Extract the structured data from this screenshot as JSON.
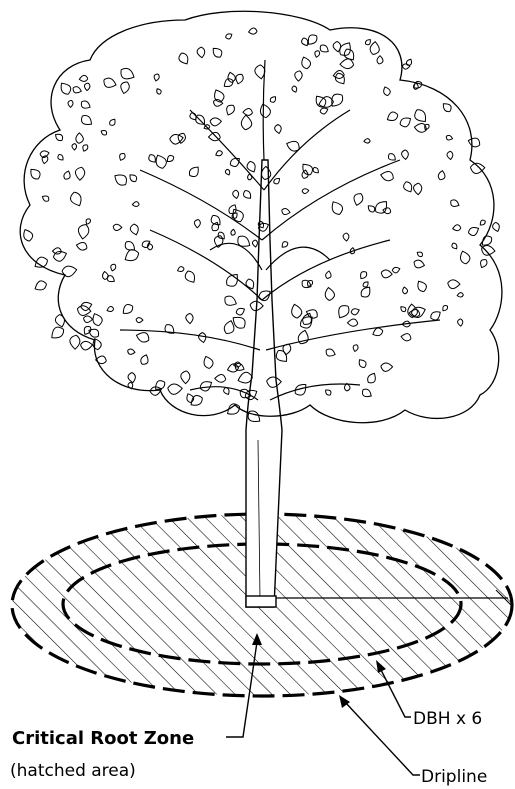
{
  "labels": {
    "critical_root_zone": "Critical Root Zone",
    "hatched_area": "(hatched area)",
    "dbh_x6": "DBH x 6",
    "dripline": "Dripline"
  },
  "colors": {
    "line": "#000000",
    "background": "#ffffff"
  },
  "icons": {
    "tree": "tree-illustration"
  }
}
